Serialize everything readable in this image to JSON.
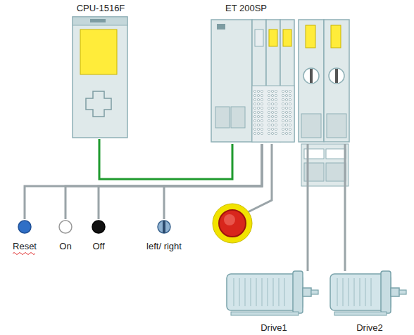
{
  "diagram": {
    "nodes": [
      {
        "text": [
          "CPU-1516F"
        ]
      },
      {
        "text": [
          "ET 200SP"
        ]
      },
      {
        "text": [
          "Reset"
        ]
      },
      {
        "text": [
          "On"
        ]
      },
      {
        "text": [
          "Off"
        ]
      },
      {
        "text": [
          "left/ right"
        ]
      },
      {
        "text": [
          "Drive1"
        ]
      },
      {
        "text": [
          "Drive2"
        ]
      }
    ],
    "edges": [
      {
        "from": 0,
        "to": 1,
        "arrow": "none"
      },
      {
        "from": 1,
        "to": 2,
        "arrow": "none"
      },
      {
        "from": 1,
        "to": 3,
        "arrow": "none"
      },
      {
        "from": 1,
        "to": 4,
        "arrow": "none"
      },
      {
        "from": 1,
        "to": 5,
        "arrow": "none"
      },
      {
        "from": 1,
        "to": 6,
        "arrow": "none"
      },
      {
        "from": 1,
        "to": 7,
        "arrow": "none"
      }
    ]
  }
}
